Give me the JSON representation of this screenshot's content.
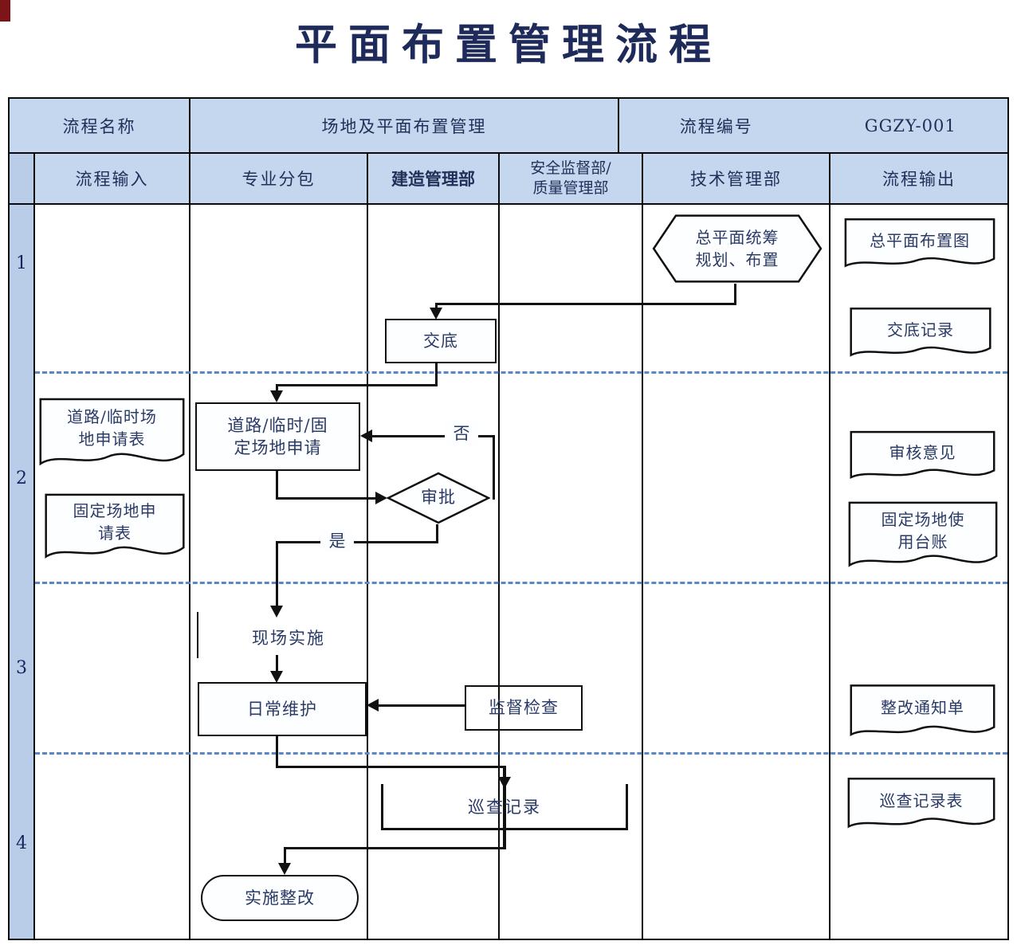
{
  "title": "平面布置管理流程",
  "header": {
    "name_label": "流程名称",
    "name_value": "场地及平面布置管理",
    "code_label": "流程编号",
    "code_value": "GGZY-001"
  },
  "lanes": {
    "columns": [
      {
        "label": "流程输入"
      },
      {
        "label": "专业分包"
      },
      {
        "label": "建造管理部"
      },
      {
        "label": "安全监督部/\n质量管理部"
      },
      {
        "label": "技术管理部"
      },
      {
        "label": "流程输出"
      }
    ],
    "row_numbers": [
      "1",
      "2",
      "3",
      "4"
    ]
  },
  "flow": {
    "hexagon_plan": "总平面统筹\n规划、布置",
    "box_briefing": "交底",
    "box_apply": "道路/临时/固\n定场地申请",
    "diamond_approve": "审批",
    "label_no": "否",
    "label_yes": "是",
    "text_site_implement": "现场实施",
    "box_daily_maintain": "日常维护",
    "box_supervise_check": "监督检查",
    "bracket_patrol_record": "巡查记录",
    "stadium_rectify": "实施整改"
  },
  "outputs": {
    "doc_master_layout": "总平面布置图",
    "doc_briefing_record": "交底记录",
    "doc_review_opinion": "审核意见",
    "doc_fixed_ledger": "固定场地使\n用台账",
    "doc_rectify_notice": "整改通知单",
    "doc_patrol_form": "巡查记录表"
  },
  "inputs": {
    "doc_road_apply": "道路/临时场\n地申请表",
    "doc_fixed_apply": "固定场地申\n请表"
  },
  "colors": {
    "header_bg": "#c4d7ef",
    "numcol_bg": "#b9cde8",
    "dashed_divider": "#5b86c8",
    "text_navy": "#26355f",
    "corner_mark": "#7d1418"
  }
}
